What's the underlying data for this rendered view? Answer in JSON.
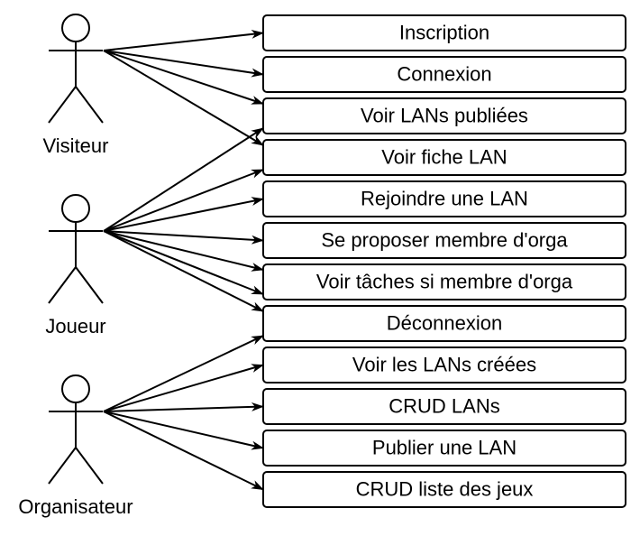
{
  "actors": [
    {
      "id": "visiteur",
      "label": "Visiteur"
    },
    {
      "id": "joueur",
      "label": "Joueur"
    },
    {
      "id": "organisateur",
      "label": "Organisateur"
    }
  ],
  "use_cases": [
    {
      "id": "inscription",
      "label": "Inscription"
    },
    {
      "id": "connexion",
      "label": "Connexion"
    },
    {
      "id": "voir-lans-publiees",
      "label": "Voir LANs publiées"
    },
    {
      "id": "voir-fiche-lan",
      "label": "Voir fiche LAN"
    },
    {
      "id": "rejoindre-une-lan",
      "label": "Rejoindre une LAN"
    },
    {
      "id": "se-proposer-membre-orga",
      "label": "Se proposer membre d'orga"
    },
    {
      "id": "voir-taches-membre-orga",
      "label": "Voir tâches si membre d'orga"
    },
    {
      "id": "deconnexion",
      "label": "Déconnexion"
    },
    {
      "id": "voir-les-lans-creees",
      "label": "Voir les LANs créées"
    },
    {
      "id": "crud-lans",
      "label": "CRUD LANs"
    },
    {
      "id": "publier-une-lan",
      "label": "Publier une LAN"
    },
    {
      "id": "crud-liste-des-jeux",
      "label": "CRUD liste des jeux"
    }
  ],
  "associations": [
    {
      "from": "visiteur",
      "to": "inscription"
    },
    {
      "from": "visiteur",
      "to": "connexion"
    },
    {
      "from": "visiteur",
      "to": "voir-lans-publiees"
    },
    {
      "from": "visiteur",
      "to": "voir-fiche-lan"
    },
    {
      "from": "joueur",
      "to": "voir-lans-publiees"
    },
    {
      "from": "joueur",
      "to": "voir-fiche-lan"
    },
    {
      "from": "joueur",
      "to": "rejoindre-une-lan"
    },
    {
      "from": "joueur",
      "to": "se-proposer-membre-orga"
    },
    {
      "from": "joueur",
      "to": "voir-taches-membre-orga"
    },
    {
      "from": "joueur",
      "to": "voir-taches-membre-orga"
    },
    {
      "from": "joueur",
      "to": "deconnexion"
    },
    {
      "from": "organisateur",
      "to": "deconnexion"
    },
    {
      "from": "organisateur",
      "to": "voir-les-lans-creees"
    },
    {
      "from": "organisateur",
      "to": "crud-lans"
    },
    {
      "from": "organisateur",
      "to": "publier-une-lan"
    },
    {
      "from": "organisateur",
      "to": "crud-liste-des-jeux"
    }
  ]
}
